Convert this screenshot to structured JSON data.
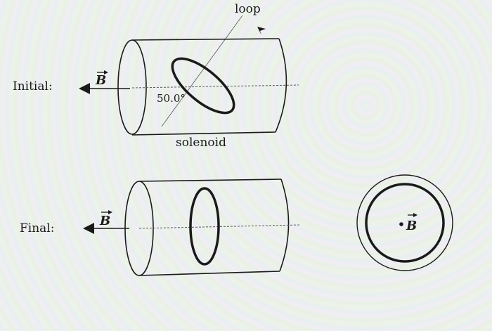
{
  "labels": {
    "initial": "Initial:",
    "final": "Final:",
    "loop": "loop",
    "solenoid": "solenoid",
    "angle": "50.0°",
    "field": "B"
  },
  "colors": {
    "ink": "#1a1a1a",
    "dashed_axis": "#5a5a5a"
  },
  "icons": [
    "arrow-left-icon",
    "arrow-pointer-icon",
    "dot-icon"
  ]
}
